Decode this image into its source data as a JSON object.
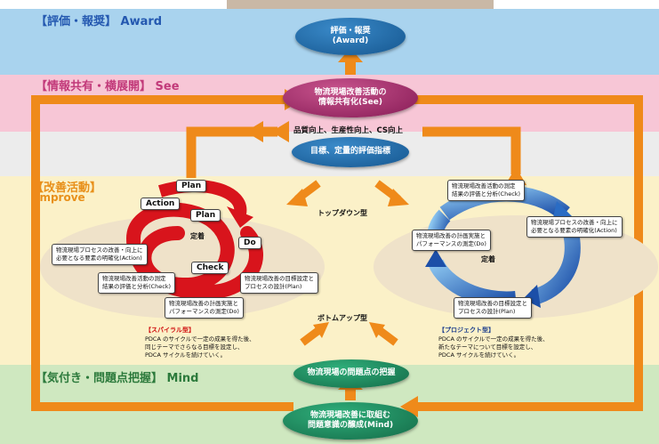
{
  "bands": {
    "award": {
      "label": "【評価・報奨】 Award",
      "color": "#a9d3ee"
    },
    "see": {
      "label": "【情報共有・横展開】 See",
      "color": "#f7c6d6"
    },
    "improve": {
      "label": "【改善活動】",
      "sublabel": "Improve",
      "color": "#fbf1c8"
    },
    "mind": {
      "label": "【気付き・問題点把握】 Mind",
      "color": "#cfe8c0"
    }
  },
  "ovals": {
    "award": {
      "line1": "評価・報奨",
      "line2": "(Award)"
    },
    "see": {
      "line1": "物流現場改善活動の",
      "line2": "情報共有化(See)"
    },
    "goals": {
      "line1": "目標、定量的評価指標"
    },
    "mind_top": {
      "line1": "物流現場の問題点の把握"
    },
    "mind_bottom": {
      "line1": "物流現場改善に取組む",
      "line2": "問題意識の醸成(Mind)"
    }
  },
  "quality_text": "品質向上、生産性向上、CS向上",
  "topdown_label": "トップダウン型",
  "bottomup_label": "ボトムアップ型",
  "spiral": {
    "pdca": {
      "plan_top": "Plan",
      "action": "Action",
      "plan_inner": "Plan",
      "do": "Do",
      "check": "Check",
      "center": "定着"
    },
    "boxes": {
      "action": {
        "line1": "物流現場プロセスの改善・向上に",
        "line2": "必要となる要素の明確化(Action)"
      },
      "check": {
        "line1": "物流現場改善活動の測定",
        "line2": "結果の評価と分析(Check)"
      },
      "plan": {
        "line1": "物流現場改善の目標設定と",
        "line2": "プロセスの設計(Plan)"
      },
      "do": {
        "line1": "物流現場改善の計画実施と",
        "line2": "パフォーマンスの測定(Do)"
      }
    },
    "description": {
      "title": "【スパイラル型】",
      "line1": "PDCA のサイクルで一定の成果を得た後、",
      "line2": "同じテーマでさらなる目標を設定し、",
      "line3": "PDCA サイクルを続けていく。"
    }
  },
  "project": {
    "center": "定着",
    "boxes": {
      "check": {
        "line1": "物流現場改善活動の測定",
        "line2": "結果の評価と分析(Check)"
      },
      "action": {
        "line1": "物流現場プロセスの改善・向上に",
        "line2": "必要となる要素の明確化(Action)"
      },
      "do": {
        "line1": "物流現場改善の計画実施と",
        "line2": "パフォーマンスの測定(Do)"
      },
      "plan": {
        "line1": "物流現場改善の目標設定と",
        "line2": "プロセスの設計(Plan)"
      }
    },
    "description": {
      "title": "【プロジェクト型】",
      "line1": "PDCA のサイクルで一定の成果を得た後、",
      "line2": "新たなテーマについて目標を設定し、",
      "line3": "PDCA サイクルを続けていく。"
    }
  },
  "colors": {
    "orange": "#ef8a1a",
    "red": "#d8141c",
    "blue": "#2a6cc4",
    "teal": "#1f6fa8",
    "magenta": "#a8336e",
    "green": "#1f8a60",
    "award_text": "#2458b0",
    "see_text": "#c23a7a",
    "improve_text": "#e8901a",
    "mind_text": "#2c7a3c"
  }
}
